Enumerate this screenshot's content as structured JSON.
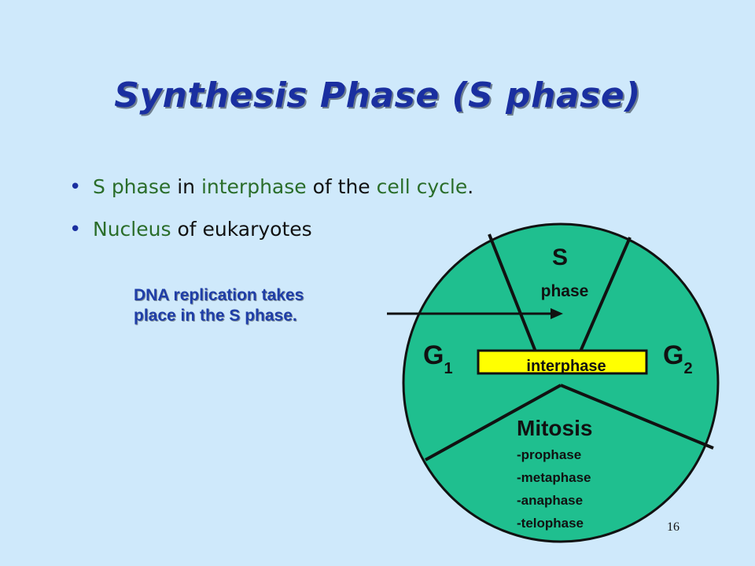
{
  "title": "Synthesis Phase (S phase)",
  "bullets": [
    {
      "bullet": "•",
      "parts": [
        {
          "text": "S phase",
          "highlight": true
        },
        {
          "text": " in ",
          "highlight": false
        },
        {
          "text": "interphase",
          "highlight": true
        },
        {
          "text": " of the ",
          "highlight": false
        },
        {
          "text": "cell cycle",
          "highlight": true
        },
        {
          "text": ".",
          "highlight": false
        }
      ]
    },
    {
      "bullet": "•",
      "parts": [
        {
          "text": "Nucleus",
          "highlight": true
        },
        {
          "text": " of eukaryotes",
          "highlight": false
        }
      ]
    }
  ],
  "callout": {
    "line1": "DNA replication takes",
    "line2": "place in the S phase."
  },
  "cycle": {
    "s_label": "S",
    "s_sub": "phase",
    "g1": "G",
    "g1_sub": "1",
    "g2": "G",
    "g2_sub": "2",
    "interphase": "interphase",
    "mitosis": "Mitosis",
    "mitosis_steps": [
      "-prophase",
      "-metaphase",
      "-anaphase",
      "-telophase"
    ]
  },
  "slide_number": "16",
  "colors": {
    "background": "#cfe9fb",
    "title": "#1a2fa0",
    "highlight_text": "#2a6d2a",
    "cycle_fill": "#1fbf8f",
    "interphase_fill": "#ffff00",
    "callout": "#1f3ea8"
  }
}
